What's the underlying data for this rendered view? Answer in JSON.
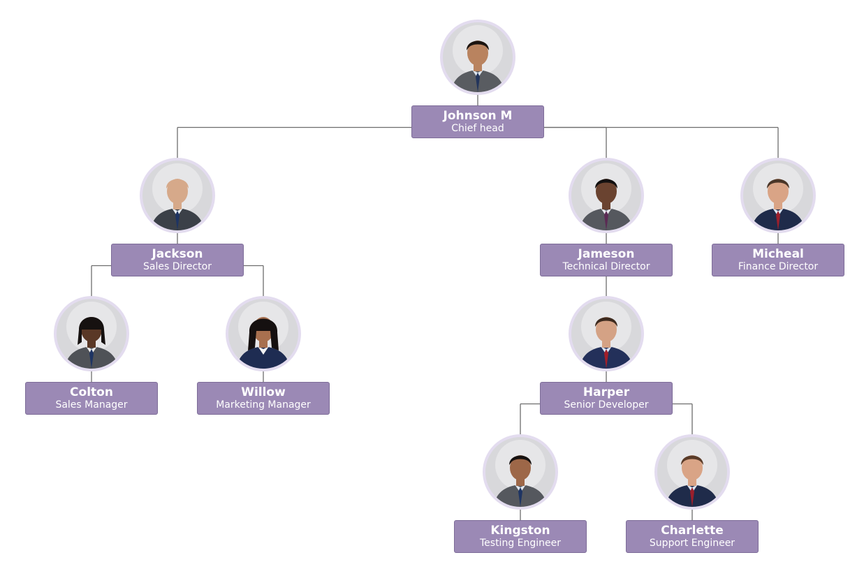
{
  "colors": {
    "card_fill": "#9b89b5",
    "card_border": "#7d6c98",
    "connector": "#6d6d6d",
    "avatar_ring": "#e3dcef"
  },
  "people": [
    {
      "id": "johnson",
      "name": "Johnson M",
      "title": "Chief head",
      "parent": null,
      "skin": "#b9835f",
      "hair": "#1c1410",
      "suit": "#595c61",
      "tie": "#23355c",
      "shirt": "#dfe6ee"
    },
    {
      "id": "jackson",
      "name": "Jackson",
      "title": "Sales Director",
      "parent": "johnson",
      "skin": "#d6a98a",
      "hair": "#d6a98a",
      "suit": "#3b4048",
      "tie": "#1e3463",
      "shirt": "#e6ebf2"
    },
    {
      "id": "jameson",
      "name": "Jameson",
      "title": "Technical Director",
      "parent": "johnson",
      "skin": "#6a4330",
      "hair": "#121010",
      "suit": "#55585e",
      "tie": "#5b2a54",
      "shirt": "#e8e8ee"
    },
    {
      "id": "micheal",
      "name": "Micheal",
      "title": "Finance Director",
      "parent": "johnson",
      "skin": "#d9a486",
      "hair": "#4a3628",
      "suit": "#1f2b4a",
      "tie": "#9b1f2c",
      "shirt": "#dbe5f2"
    },
    {
      "id": "colton",
      "name": "Colton",
      "title": "Sales Manager",
      "parent": "jackson",
      "skin": "#5a3826",
      "hair": "#161110",
      "suit": "#4f5257",
      "tie": "#1e3463",
      "shirt": "#ececec"
    },
    {
      "id": "willow",
      "name": "Willow",
      "title": "Marketing Manager",
      "parent": "jackson",
      "skin": "#a8704f",
      "hair": "#151010",
      "suit": "#1e2c52",
      "tie": null,
      "shirt": "#f2f2f2"
    },
    {
      "id": "harper",
      "name": "Harper",
      "title": "Senior Developer",
      "parent": "jameson",
      "skin": "#d4a285",
      "hair": "#3d2a1e",
      "suit": "#23305a",
      "tie": "#a21f2a",
      "shirt": "#d9e4f3"
    },
    {
      "id": "kingston",
      "name": "Kingston",
      "title": "Testing Engineer",
      "parent": "harper",
      "skin": "#9d6748",
      "hair": "#161110",
      "suit": "#55585e",
      "tie": "#1e3463",
      "shirt": "#e1e7ef"
    },
    {
      "id": "charlette",
      "name": "Charlette",
      "title": "Support Engineer",
      "parent": "harper",
      "skin": "#d9a486",
      "hair": "#5a3b28",
      "suit": "#1f2b4a",
      "tie": "#9b1f2c",
      "shirt": "#dbe5f2"
    }
  ]
}
